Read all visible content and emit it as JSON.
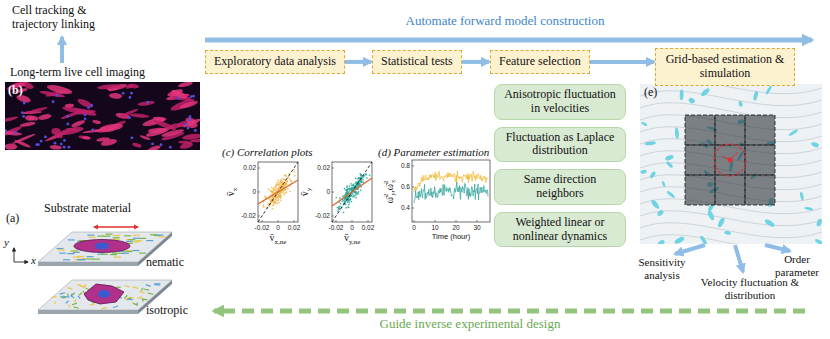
{
  "diagram": {
    "nodes": [
      {
        "text": [
          "Exploratory data analysis"
        ]
      },
      {
        "text": [
          "Statistical tests"
        ]
      },
      {
        "text": [
          "Feature selection"
        ]
      },
      {
        "text": [
          "Grid-based estimation & simulation"
        ]
      },
      {
        "text": [
          "Anisotropic fluctuation in velocities"
        ]
      },
      {
        "text": [
          "Fluctuation as Laplace distribution"
        ]
      },
      {
        "text": [
          "Same direction neighbors"
        ]
      },
      {
        "text": [
          "Weighted linear or nonlinear dynamics"
        ]
      }
    ],
    "edges": [
      {
        "from": 0,
        "to": 1,
        "arrow": "to"
      },
      {
        "from": 1,
        "to": 2,
        "arrow": "to"
      },
      {
        "from": 2,
        "to": 3,
        "arrow": "to"
      }
    ],
    "labels": [
      "Cell tracking & trajectory linking",
      "Automate forward model construction",
      "Long-term live cell imaging",
      "(b)",
      "(a)",
      "Substrate material",
      "y",
      "x",
      "nematic",
      "isotropic",
      "(c) Correlation plots",
      "(d) Parameter estimation",
      "0.02",
      "0",
      "-0.02",
      "-0.02",
      "0",
      "0.02",
      "0.02",
      "0",
      "-0.02",
      "-0.02",
      "0",
      "0.02",
      "v̄",
      "x",
      "v̄",
      "x,ne",
      "v̄",
      "y",
      "v̄",
      "y,ne",
      "0.8",
      "0.6",
      "0.4",
      "0",
      "10",
      "20",
      "30",
      "Time (hour)",
      "ω̄",
      "2",
      "y",
      ",",
      "ω̄",
      "2",
      "x",
      "(e)",
      "Sensitivity analysis",
      "Velocity fluctuation & distribution",
      "Order parameter",
      "Guide inverse experimental design"
    ]
  }
}
